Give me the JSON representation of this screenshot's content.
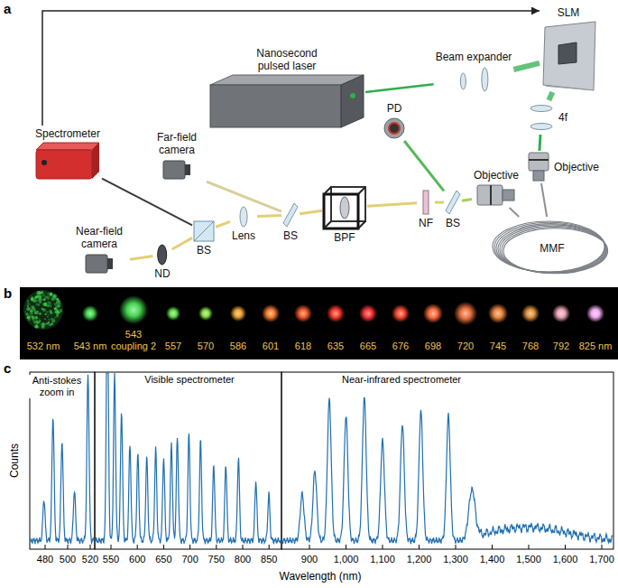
{
  "diagram": {
    "nodes": [
      {
        "text": [
          "SLM"
        ]
      },
      {
        "text": [
          "Beam expander"
        ]
      },
      {
        "text": [
          "Nanosecond pulsed laser"
        ]
      },
      {
        "text": [
          "4f"
        ]
      },
      {
        "text": [
          "Objective"
        ]
      },
      {
        "text": [
          "MMF"
        ]
      },
      {
        "text": [
          "Objective"
        ]
      },
      {
        "text": [
          "BS"
        ]
      },
      {
        "text": [
          "NF"
        ]
      },
      {
        "text": [
          "PD"
        ]
      },
      {
        "text": [
          "BPF"
        ]
      },
      {
        "text": [
          "BS"
        ]
      },
      {
        "text": [
          "Lens"
        ]
      },
      {
        "text": [
          "Far-field camera"
        ]
      },
      {
        "text": [
          "BS"
        ]
      },
      {
        "text": [
          "ND"
        ]
      },
      {
        "text": [
          "Near-field camera"
        ]
      },
      {
        "text": [
          "Spectrometer"
        ]
      }
    ],
    "edges": [
      {
        "from": 2,
        "to": 1,
        "arrow": "none"
      },
      {
        "from": 1,
        "to": 0,
        "arrow": "none"
      },
      {
        "from": 0,
        "to": 3,
        "arrow": "none"
      },
      {
        "from": 3,
        "to": 4,
        "arrow": "none"
      },
      {
        "from": 4,
        "to": 5,
        "arrow": "none"
      },
      {
        "from": 5,
        "to": 6,
        "arrow": "none"
      },
      {
        "from": 6,
        "to": 7,
        "arrow": "none"
      },
      {
        "from": 7,
        "to": 9,
        "arrow": "none"
      },
      {
        "from": 7,
        "to": 8,
        "arrow": "none"
      },
      {
        "from": 8,
        "to": 10,
        "arrow": "none"
      },
      {
        "from": 10,
        "to": 11,
        "arrow": "none"
      },
      {
        "from": 11,
        "to": 13,
        "arrow": "none"
      },
      {
        "from": 11,
        "to": 12,
        "arrow": "none"
      },
      {
        "from": 12,
        "to": 14,
        "arrow": "none"
      },
      {
        "from": 14,
        "to": 15,
        "arrow": "none"
      },
      {
        "from": 15,
        "to": 16,
        "arrow": "none"
      },
      {
        "from": 14,
        "to": 17,
        "arrow": "none"
      },
      {
        "from": 17,
        "to": 0,
        "arrow": "to"
      }
    ],
    "labels": [
      "a",
      "b",
      "532 nm",
      "543 nm",
      "543 coupling 2",
      "557",
      "570",
      "586",
      "601",
      "618",
      "635",
      "665",
      "676",
      "698",
      "720",
      "745",
      "768",
      "792",
      "825 nm",
      "c",
      "Anti-stokes zoom in",
      "Visible spectrometer",
      "Near-infrared spectrometer",
      "Counts",
      "480",
      "500",
      "520",
      "550",
      "600",
      "650",
      "700",
      "750",
      "800",
      "850",
      "900",
      "1,000",
      "1,100",
      "1,200",
      "1,300",
      "1,400",
      "1,500",
      "1,600",
      "1,700",
      "Wavelength (nm)"
    ]
  }
}
